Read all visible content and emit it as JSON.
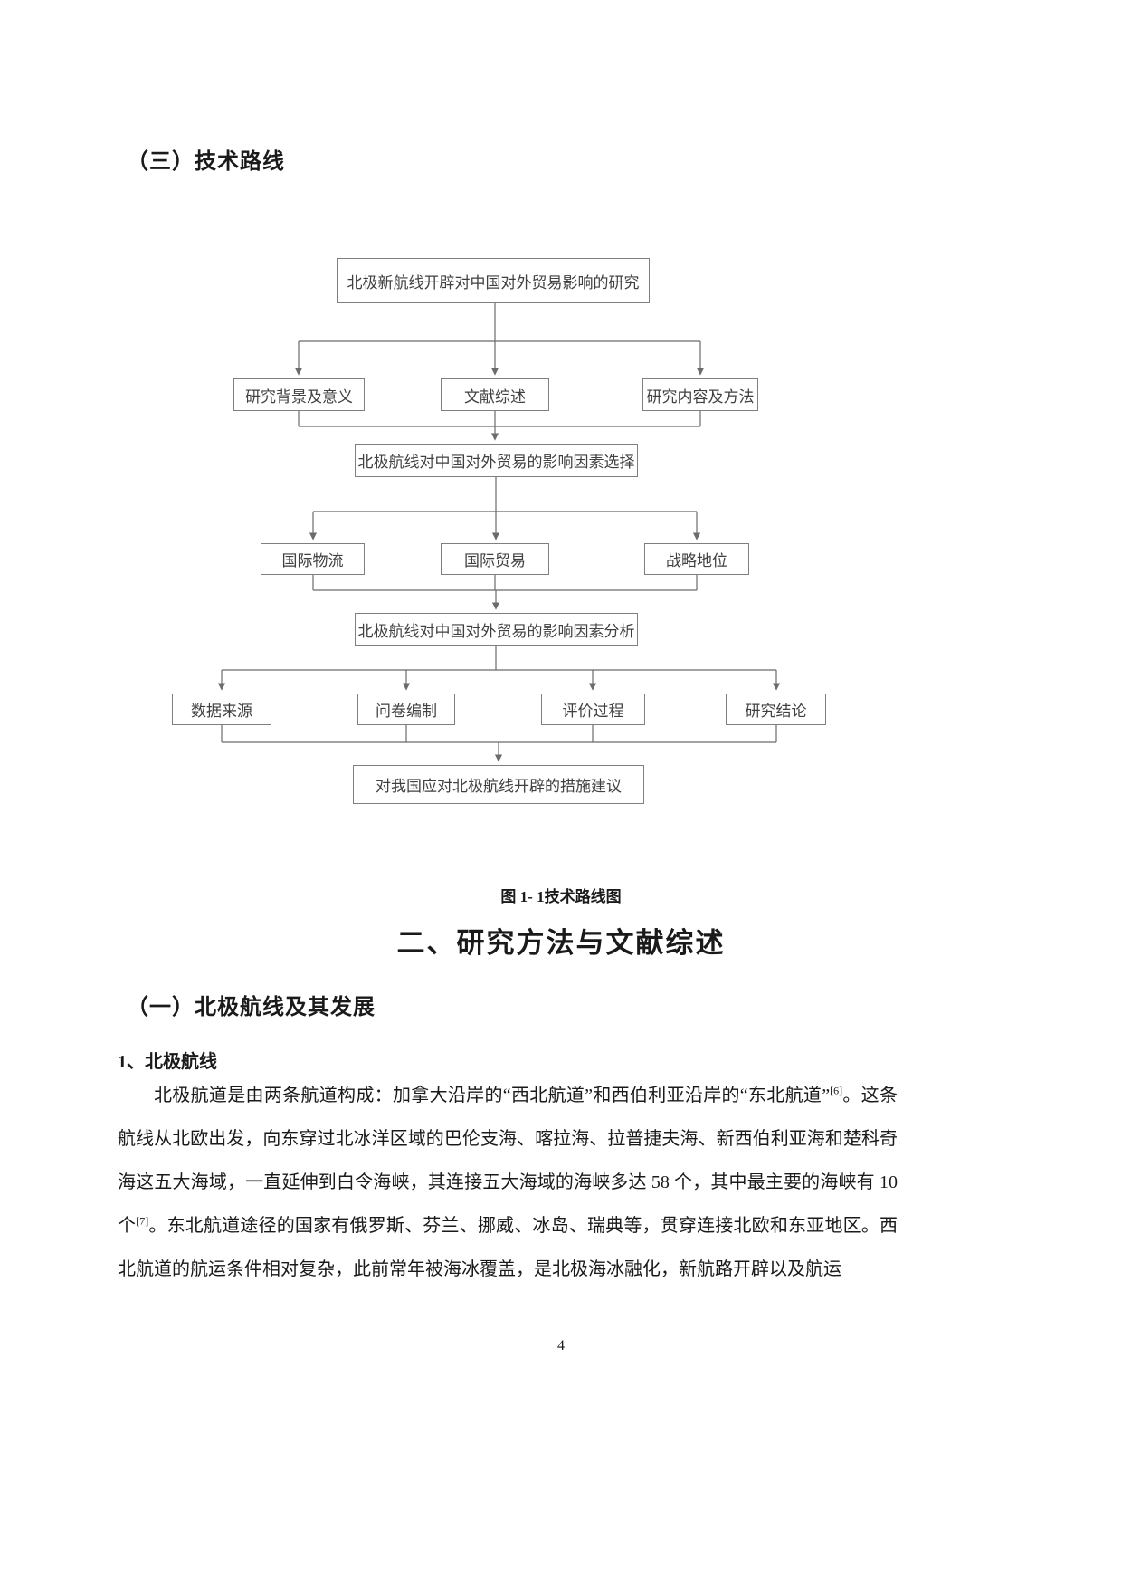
{
  "page": {
    "number": "4"
  },
  "headings": {
    "section3": "（三）技术路线",
    "chapter2": "二、研究方法与文献综述",
    "subsection1": "（一）北极航线及其发展",
    "item1": "1、北极航线"
  },
  "figure": {
    "caption": "图 1- 1技术路线图"
  },
  "flowchart": {
    "nodes": [
      "北极新航线开辟对中国对外贸易影响的研究",
      "研究背景及意义",
      "文献综述",
      "研究内容及方法",
      "北极航线对中国对外贸易的影响因素选择",
      "国际物流",
      "国际贸易",
      "战略地位",
      "北极航线对中国对外贸易的影响因素分析",
      "数据来源",
      "问卷编制",
      "评价过程",
      "研究结论",
      "对我国应对北极航线开辟的措施建议"
    ],
    "edges": [
      "root->研究背景及意义",
      "root->文献综述",
      "root->研究内容及方法",
      "level2->影响因素选择",
      "影响因素选择->国际物流",
      "影响因素选择->国际贸易",
      "影响因素选择->战略地位",
      "level4->影响因素分析",
      "影响因素分析->数据来源",
      "影响因素分析->问卷编制",
      "影响因素分析->评价过程",
      "影响因素分析->研究结论",
      "level6->措施建议"
    ]
  },
  "paragraph": {
    "part1": "北极航道是由两条航道构成：加拿大沿岸的“西北航道”和西伯利亚沿岸的“东北航道”",
    "ref1": "[6]",
    "part2": "。这条航线从北欧出发，向东穿过北冰洋区域的巴伦支海、喀拉海、拉普捷夫海、新西伯利亚海和楚科奇海这五大海域，一直延伸到白令海峡，其连接五大海域的海峡多达 58 个，其中最主要的海峡有 10 个",
    "ref2": "[7]",
    "part3": "。东北航道途径的国家有俄罗斯、芬兰、挪威、冰岛、瑞典等，贯穿连接北欧和东亚地区。西北航道的航运条件相对复杂，此前常年被海冰覆盖，是北极海冰融化，新航路开辟以及航运"
  }
}
